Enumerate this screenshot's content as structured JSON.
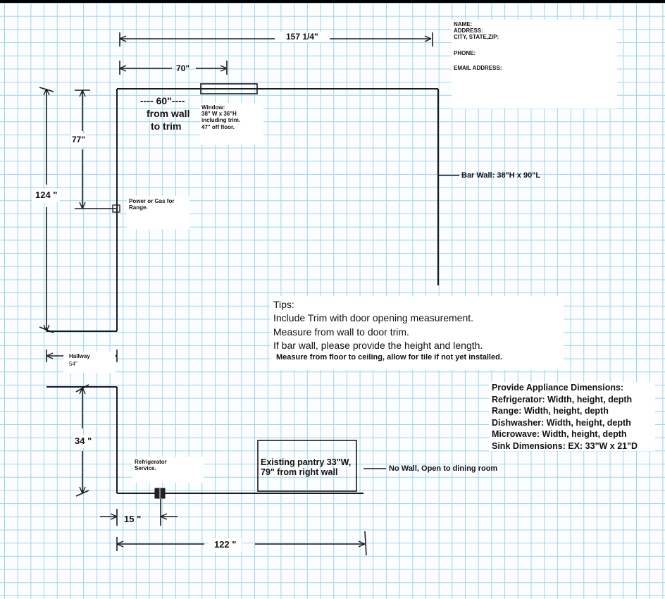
{
  "contact_form": {
    "name": "NAME:",
    "address": "ADDRESS:",
    "city": "CITY, STATE,ZIP:",
    "phone": "PHONE:",
    "email": "EMAIL ADDRESS:"
  },
  "dimensions": {
    "top_wall": "157 1/4\"",
    "to_window": "70\"",
    "left_wall": "124 \"",
    "to_outlet": "77\"",
    "hallway_label": "Hallway",
    "hallway_width": "54\"",
    "lower_left_wall": "34 \"",
    "to_fridge_service": "15 \"",
    "bottom_wall": "122 \""
  },
  "annotations": {
    "from_wall_line1": "---- 60\"----",
    "from_wall_line2": "from wall",
    "from_wall_line3": "to trim",
    "window_line1": "Window:",
    "window_line2": "38\" W x 36\"H",
    "window_line3": "including trim.",
    "window_line4": "47\" off floor.",
    "power_line1": "Power or Gas for",
    "power_line2": "Range.",
    "bar_wall": "Bar Wall: 38\"H x 90\"L",
    "fridge_line1": "Refrigerator",
    "fridge_line2": "Service.",
    "pantry_line1": "Existing pantry 33\"W,",
    "pantry_line2": "79\" from right wall",
    "no_wall": "No Wall, Open to dining room"
  },
  "tips": {
    "heading": "Tips:",
    "line1": "Include Trim with door opening measurement.",
    "line2": "Measure from wall to door trim.",
    "line3": "If bar wall, please provide the height and length.",
    "line4": "Measure from floor to ceiling, allow for tile if not yet installed."
  },
  "appliances": {
    "heading": "Provide Appliance Dimensions:",
    "refrigerator": "Refrigerator: Width, height, depth",
    "range": "Range: Width, height, depth",
    "dishwasher": "Dishwasher: Width, height, depth",
    "microwave": "Microwave: Width, height, depth",
    "sink": "Sink Dimensions: EX: 33\"W x 21\"D"
  }
}
